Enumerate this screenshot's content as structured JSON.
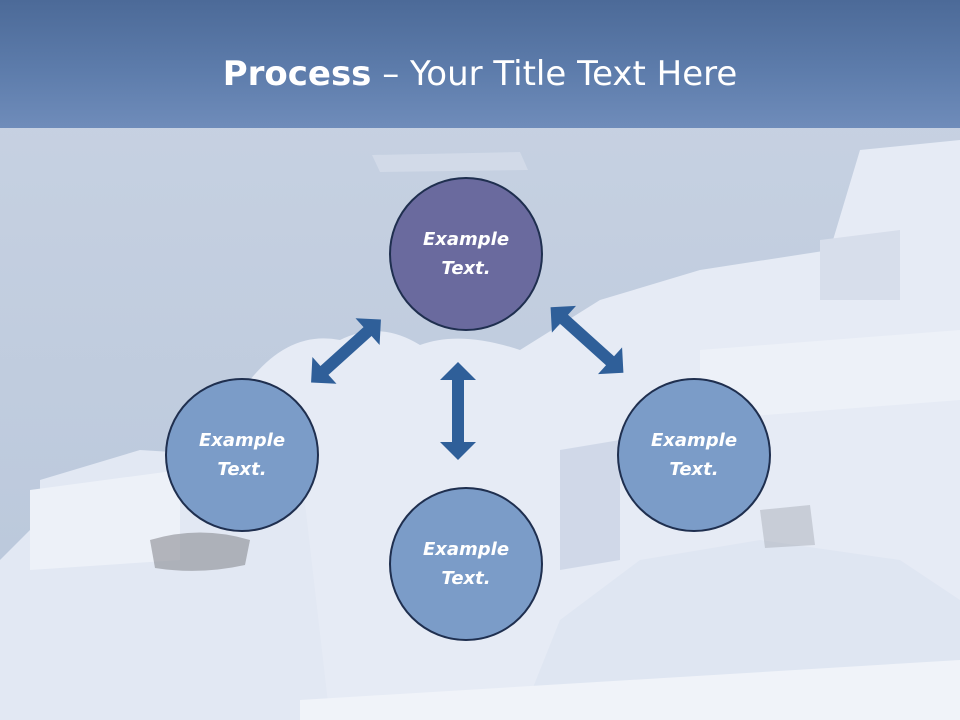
{
  "slide": {
    "title_bold": "Process",
    "title_rest": " – Your Title Text Here"
  },
  "nodes": [
    {
      "id": "top",
      "text": "Example Text."
    },
    {
      "id": "left",
      "text": "Example Text."
    },
    {
      "id": "bottom",
      "text": "Example Text."
    },
    {
      "id": "right",
      "text": "Example Text."
    }
  ],
  "colors": {
    "title_band": "#5d7cab",
    "top_node": "#6a6a9e",
    "side_node": "#7b9cc8",
    "arrow": "#2f5f99",
    "node_border": "#1f2f4f"
  }
}
